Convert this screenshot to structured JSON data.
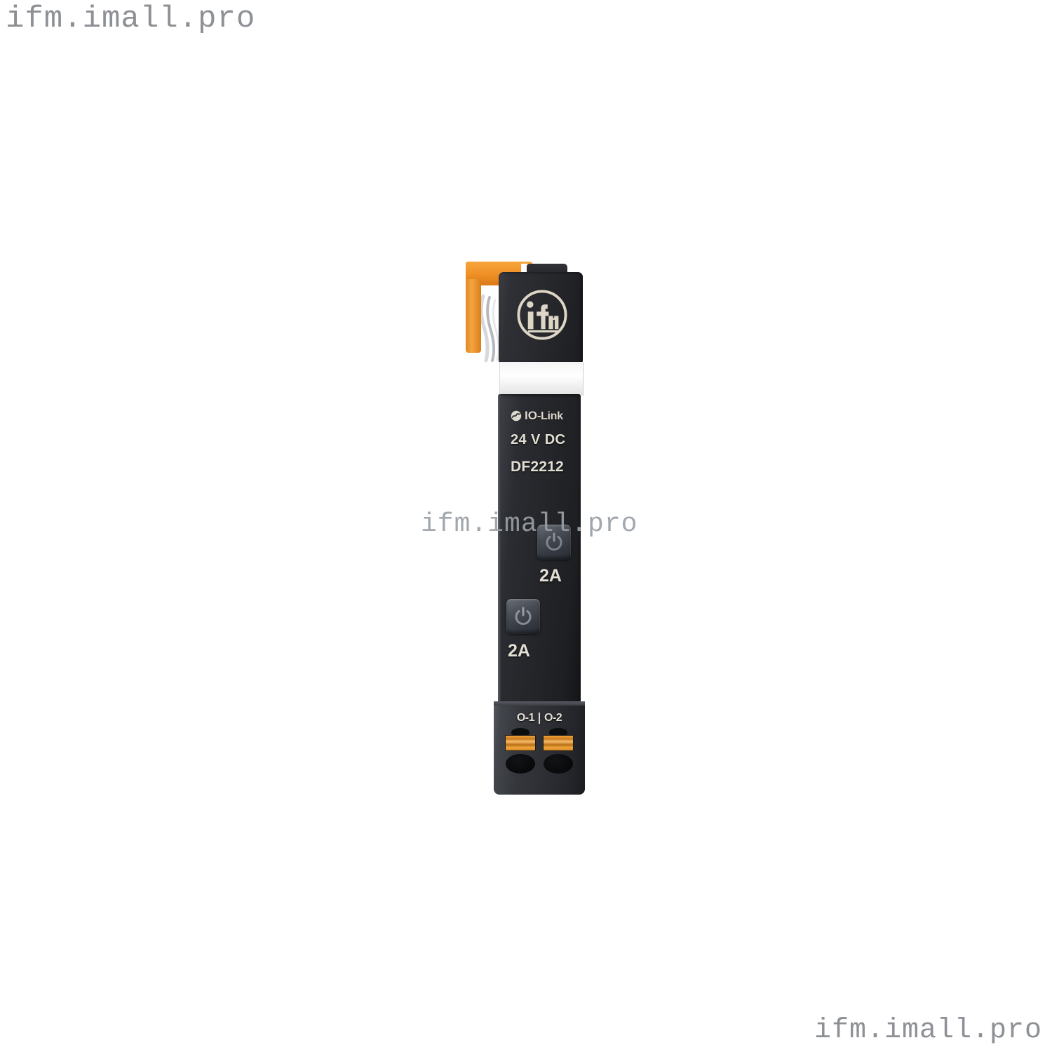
{
  "page": {
    "background_color": "#ffffff",
    "subject": "ifm electronic circuit protection module DF2212"
  },
  "watermarks": {
    "top_left": "ifm.imall.pro",
    "center": "ifm.imall.pro",
    "bottom_right": "ifm.imall.pro",
    "color": "#8d9095"
  },
  "device": {
    "brand_logo": "ifm-logo",
    "din_rail_lever": {
      "name": "din-rail-release-lever",
      "color": "#ef8f25"
    },
    "spring_clip": {
      "name": "metal-spring-clip",
      "color": "#c9cbd0"
    },
    "label_band": {
      "name": "white-label-band",
      "color": "#ffffff"
    },
    "body": {
      "color": "#25272b",
      "io_link": {
        "badge": "io-link-logo-icon",
        "prefix": "IO",
        "suffix": "-Link"
      },
      "voltage": "24 V DC",
      "model": "DF2212"
    },
    "channels": [
      {
        "button": "power-button",
        "glyph": "power-icon",
        "rating": "2A"
      },
      {
        "button": "power-button",
        "glyph": "power-icon",
        "rating": "2A"
      }
    ],
    "terminal_block": {
      "labels": [
        "O-1",
        "O-2"
      ],
      "divider": "|",
      "clamp_color": "#e09a33",
      "terminals": [
        {
          "name": "output-terminal-1"
        },
        {
          "name": "output-terminal-2"
        }
      ]
    }
  }
}
